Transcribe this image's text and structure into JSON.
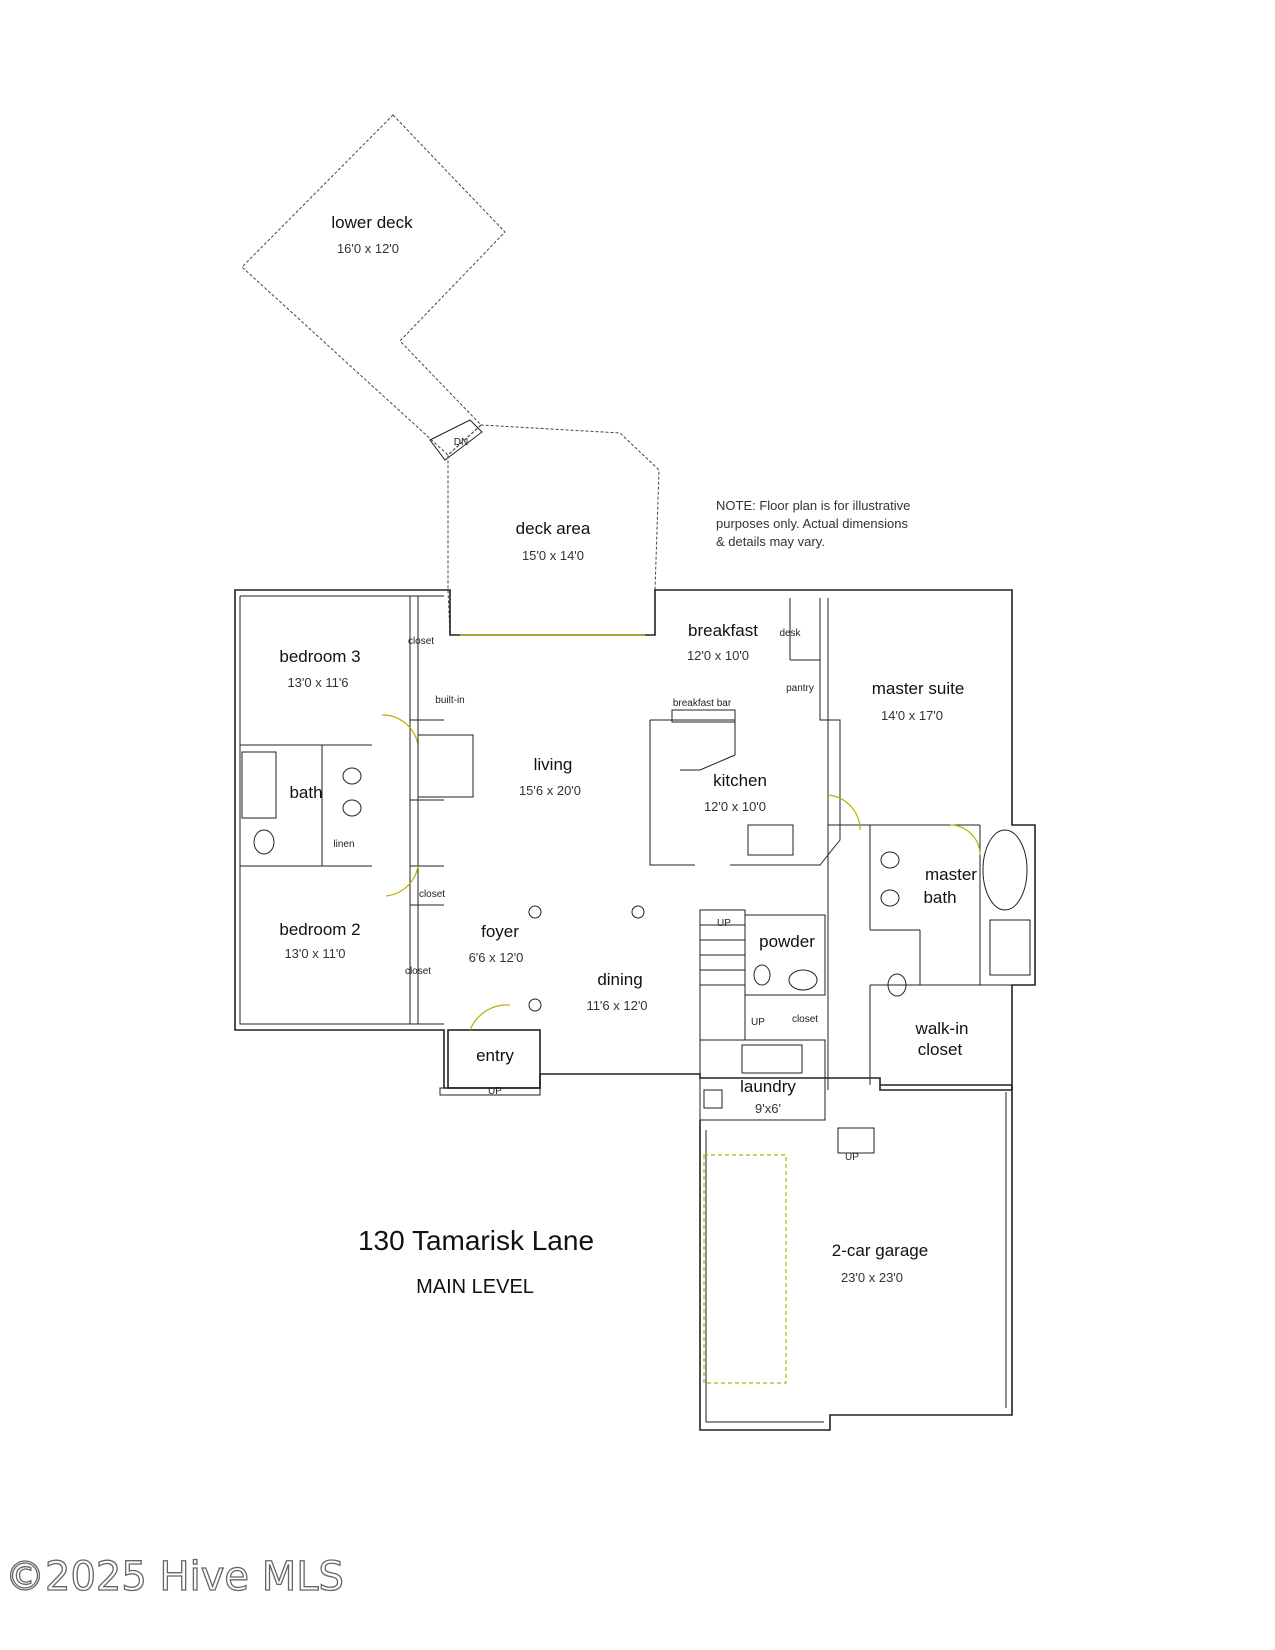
{
  "rooms": {
    "lower_deck": {
      "name": "lower deck",
      "dim": "16'0 x 12'0"
    },
    "deck_area": {
      "name": "deck area",
      "dim": "15'0 x 14'0"
    },
    "breakfast": {
      "name": "breakfast",
      "dim": "12'0 x 10'0"
    },
    "master_suite": {
      "name": "master suite",
      "dim": "14'0 x 17'0"
    },
    "bedroom3": {
      "name": "bedroom 3",
      "dim": "13'0 x 11'6"
    },
    "living": {
      "name": "living",
      "dim": "15'6 x 20'0"
    },
    "kitchen": {
      "name": "kitchen",
      "dim": "12'0 x 10'0"
    },
    "bath": {
      "name": "bath"
    },
    "master_bath": {
      "name_line1": "master",
      "name_line2": "bath"
    },
    "bedroom2": {
      "name": "bedroom 2",
      "dim": "13'0 x 11'0"
    },
    "foyer": {
      "name": "foyer",
      "dim": "6'6 x 12'0"
    },
    "dining": {
      "name": "dining",
      "dim": "11'6 x 12'0"
    },
    "powder": {
      "name": "powder"
    },
    "walkin": {
      "name_line1": "walk-in",
      "name_line2": "closet"
    },
    "entry": {
      "name": "entry"
    },
    "laundry": {
      "name": "laundry",
      "dim": "9'x6'"
    },
    "garage": {
      "name": "2-car garage",
      "dim": "23'0 x 23'0"
    }
  },
  "small_labels": {
    "closet": "closet",
    "built_in": "built-in",
    "linen": "linen",
    "desk": "desk",
    "pantry": "pantry",
    "breakfast_bar": "breakfast bar",
    "up": "UP",
    "dn": "DN"
  },
  "note": {
    "line1": "NOTE: Floor plan is for illustrative",
    "line2": "purposes only. Actual dimensions",
    "line3": "& details may vary."
  },
  "title": "130 Tamarisk Lane",
  "subtitle": "MAIN LEVEL",
  "watermark": "©2025 Hive MLS"
}
